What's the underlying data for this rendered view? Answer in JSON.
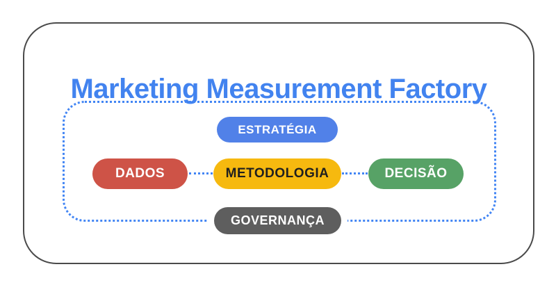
{
  "title": {
    "text": "Marketing Measurement Factory"
  },
  "pills": {
    "estrategia": {
      "label": "ESTRATÉGIA",
      "bg": "#5181E8",
      "text_color": "#FFFFFF"
    },
    "dados": {
      "label": "DADOS",
      "bg": "#CE5347",
      "text_color": "#FFFFFF"
    },
    "metodologia": {
      "label": "METODOLOGIA",
      "bg": "#F6B90F",
      "text_color": "#1F1F1F"
    },
    "decisao": {
      "label": "DECISÃO",
      "bg": "#57A266",
      "text_color": "#FFFFFF"
    },
    "governanca": {
      "label": "GOVERNANÇA",
      "bg": "#5E5E5E",
      "text_color": "#FFFFFF"
    }
  },
  "colors": {
    "title": "#4283EF",
    "frame_border": "#4A4A4A",
    "dotted_border": "#4285F4",
    "background": "#FFFFFF"
  }
}
